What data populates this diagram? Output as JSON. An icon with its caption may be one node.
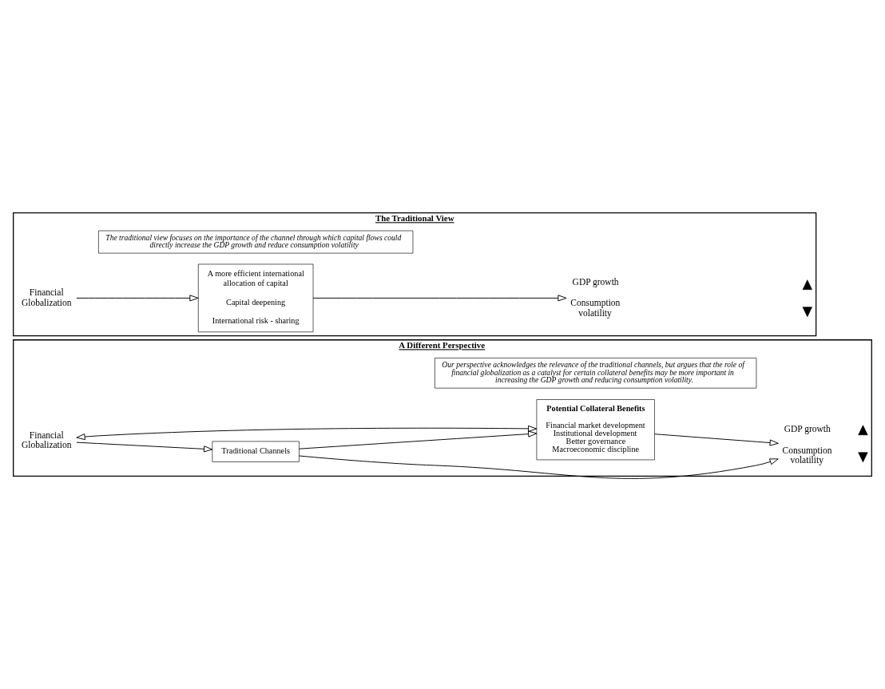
{
  "diagram": {
    "nodes": [
      {
        "text": [
          "The Traditional View"
        ]
      },
      {
        "text": [
          "Financial Globalization"
        ],
        "in": 0
      },
      {
        "text": [
          "A more efficient international allocation of capital",
          "Capital deepening",
          "International risk - sharing"
        ],
        "in": 0
      },
      {
        "text": [
          "GDP growth",
          "Consumption volatility"
        ],
        "in": 0
      },
      {
        "text": [],
        "shape": "up-arrow",
        "in": 0
      },
      {
        "text": [],
        "shape": "down-arrow",
        "in": 0
      },
      {
        "text": [
          "The traditional view focuses on the importance of the channel through which capital flows could directly increase the GDP growth and reduce consumption volatility"
        ],
        "in": 0
      },
      {
        "text": [
          "A Different Perspective"
        ]
      },
      {
        "text": [
          "Financial Globalization"
        ],
        "in": 7
      },
      {
        "text": [
          "Traditional Channels"
        ],
        "in": 7
      },
      {
        "text": [
          "Potential Collateral Benefits",
          "Financial market development",
          "Institutional development",
          "Better governance",
          "Macroeconomic discipline"
        ],
        "in": 7
      },
      {
        "text": [
          "GDP growth",
          "Consumption volatility"
        ],
        "in": 7
      },
      {
        "text": [],
        "shape": "up-arrow",
        "in": 7
      },
      {
        "text": [],
        "shape": "down-arrow",
        "in": 7
      },
      {
        "text": [
          "Our perspective acknowledges the relevance of the traditional channels, but argues that the role of financial globalization as a catalyst for certain collateral benefits may be more important in increasing the GDP growth and reducing consumption volatility."
        ],
        "in": 7
      }
    ],
    "edges": [
      {
        "from": 1,
        "to": 2,
        "arrow": "to"
      },
      {
        "from": 2,
        "to": 3,
        "arrow": "to"
      },
      {
        "from": 8,
        "to": 9,
        "arrow": "to"
      },
      {
        "from": 8,
        "to": 10,
        "arrow": "both"
      },
      {
        "from": 9,
        "to": 10,
        "arrow": "to"
      },
      {
        "from": 9,
        "to": 11,
        "arrow": "to"
      },
      {
        "from": 10,
        "to": 11,
        "arrow": "to"
      }
    ]
  }
}
